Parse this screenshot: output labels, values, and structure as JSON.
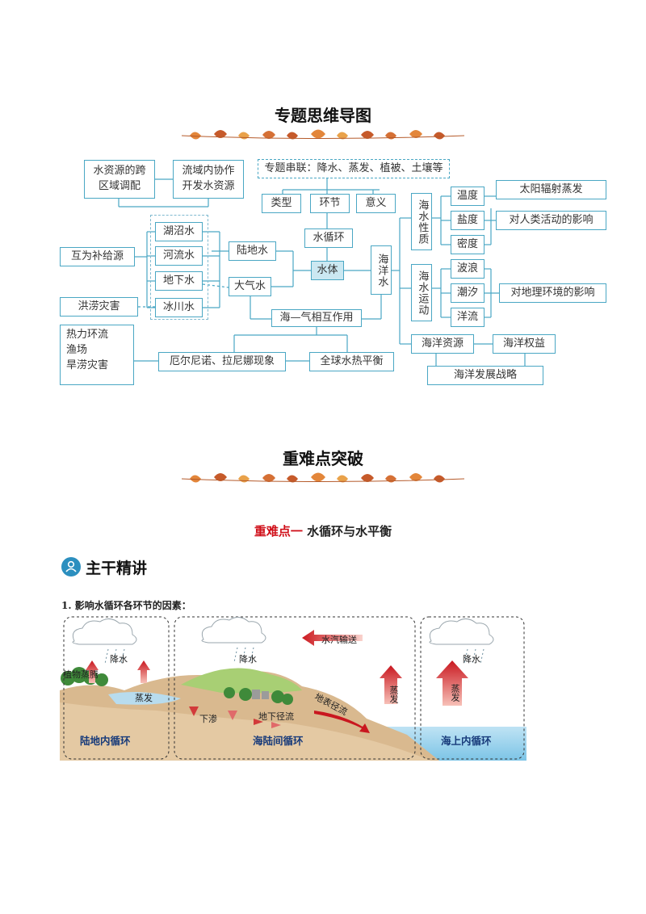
{
  "sections": {
    "mindmap_title": "专题思维导图",
    "difficult_title": "重难点突破",
    "point_prefix": "重难点一",
    "point_title": "水循环与水平衡",
    "main_head": "主干精讲",
    "item1": "1.  影响水循环各环节的因素："
  },
  "mindmap": {
    "water_res_1": "水资源的跨",
    "water_res_2": "区域调配",
    "basin_1": "流域内协作",
    "basin_2": "开发水资源",
    "topic_link": "专题串联：降水、蒸发、植被、土壤等",
    "type": "类型",
    "link": "环节",
    "meaning": "意义",
    "lake": "湖沼水",
    "river": "河流水",
    "ground": "地下水",
    "glacier": "冰川水",
    "mutual": "互为补给源",
    "flood": "洪涝灾害",
    "land_water": "陆地水",
    "water_cycle": "水循环",
    "water_body": "水体",
    "atmo_water": "大气水",
    "ocean_water": "海洋水",
    "sea_prop": "海水性质",
    "sea_move": "海水运动",
    "temp": "温度",
    "salinity": "盐度",
    "density": "密度",
    "wave": "波浪",
    "tide": "潮汐",
    "current": "洋流",
    "solar": "太阳辐射蒸发",
    "human": "对人类活动的影响",
    "geo_env": "对地理环境的影响",
    "sea_air": "海—气相互作用",
    "thermal": "热力环流",
    "fishery": "渔场",
    "drought": "旱涝灾害",
    "enso": "厄尔尼诺、拉尼娜现象",
    "balance": "全球水热平衡",
    "ocean_res": "海洋资源",
    "ocean_rights": "海洋权益",
    "ocean_strategy": "海洋发展战略"
  },
  "diagram": {
    "precip_1": "降水",
    "plant_evap": "植物蒸腾",
    "evap_1": "蒸发",
    "land_cycle": "陆地内循环",
    "precip_2": "降水",
    "vapor": "水汽输送",
    "infiltration": "下渗",
    "groundflow": "地下径流",
    "surfaceflow": "地表径流",
    "sea_land_cycle": "海陆间循环",
    "evap_2": "蒸发",
    "precip_3": "降水",
    "evap_3": "蒸发",
    "sea_cycle": "海上内循环"
  },
  "colors": {
    "accent": "#4aa7c4",
    "red": "#d0101a",
    "badge": "#2c8fbf"
  }
}
